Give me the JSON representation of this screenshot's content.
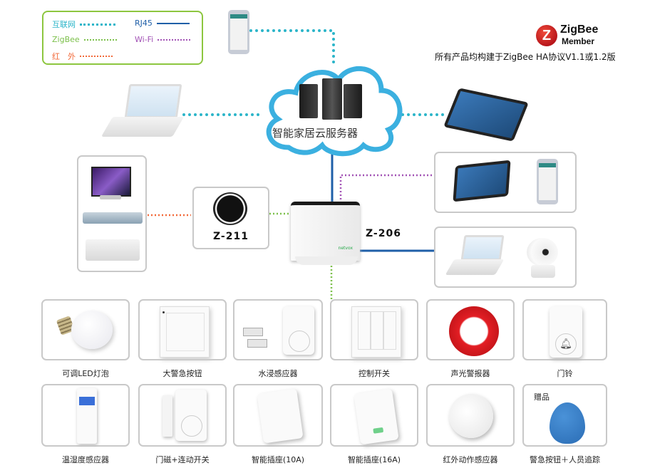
{
  "legend": {
    "items": [
      {
        "label": "互联网",
        "color": "#2bb5c9",
        "style": "dotted-bold"
      },
      {
        "label": "RJ45",
        "color": "#1f5fa8",
        "style": "solid"
      },
      {
        "label": "ZigBee",
        "color": "#7cc04b",
        "style": "dotted"
      },
      {
        "label": "Wi-Fi",
        "color": "#a252b5",
        "style": "dotted"
      },
      {
        "label": "红　外",
        "color": "#f26a3a",
        "style": "dotted"
      }
    ]
  },
  "zigbee_badge": {
    "logo_letter": "Z",
    "brand": "ZigBee",
    "member": "Member",
    "note": "所有产品均构建于ZigBee HA协议V1.1或1.2版"
  },
  "cloud": {
    "label": "智能家居云服务器",
    "color": "#3bb0e0"
  },
  "hub": {
    "label": "Z-206",
    "brand": "netvox"
  },
  "ir_remote": {
    "label": "Z-211"
  },
  "products_row1": [
    {
      "name": "可调LED灯泡",
      "icon": "led-bulb"
    },
    {
      "name": "大警急按钮",
      "icon": "emergency-button"
    },
    {
      "name": "水浸感应器",
      "icon": "water-leak-sensor"
    },
    {
      "name": "控制开关",
      "icon": "wall-switch"
    },
    {
      "name": "声光警报器",
      "icon": "siren"
    },
    {
      "name": "门铃",
      "icon": "doorbell"
    }
  ],
  "products_row2": [
    {
      "name": "温湿度感应器",
      "icon": "temp-humidity-sensor"
    },
    {
      "name": "门磁+连动开关",
      "icon": "door-contact"
    },
    {
      "name": "智能插座(10A)",
      "icon": "smart-plug-10a"
    },
    {
      "name": "智能插座(16A)",
      "icon": "smart-plug-16a"
    },
    {
      "name": "红外动作感应器",
      "icon": "pir-sensor"
    },
    {
      "name": "警急按钮＋人员追踪",
      "icon": "panic-pendant",
      "badge": "赠品"
    }
  ],
  "colors": {
    "internet": "#2bb5c9",
    "rj45": "#1f5fa8",
    "zigbee": "#7cc04b",
    "wifi": "#a252b5",
    "infrared": "#f26a3a",
    "brand_green": "#27a84a"
  }
}
